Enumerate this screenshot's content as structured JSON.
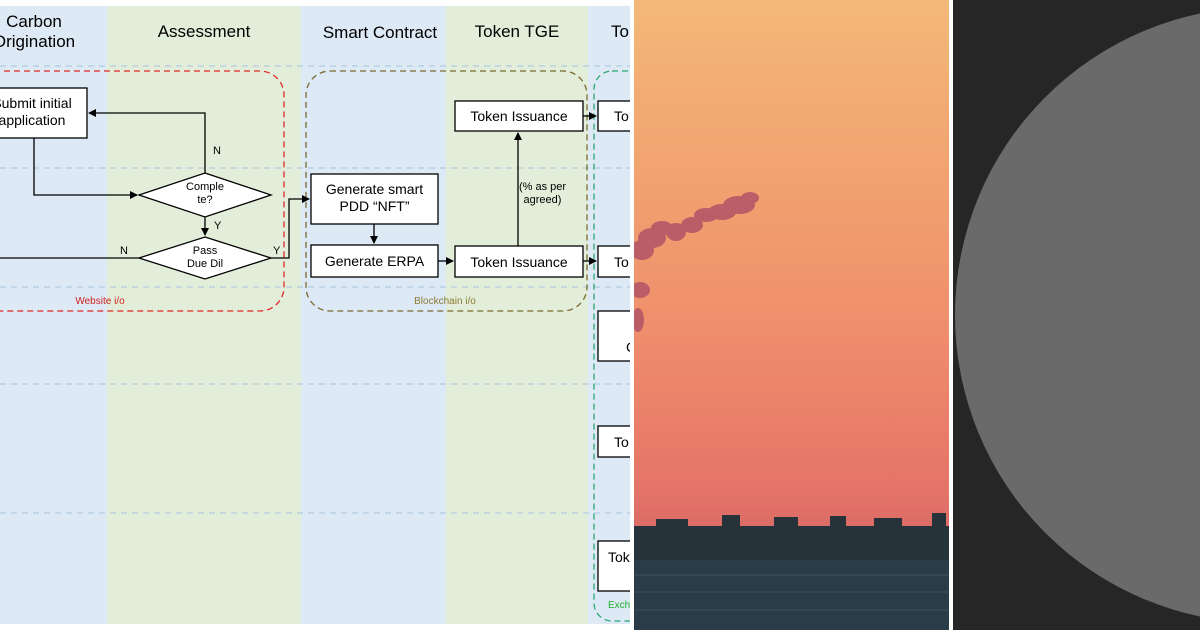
{
  "lanes": [
    {
      "key": "origination",
      "label": "Carbon\nOrigination"
    },
    {
      "key": "assessment",
      "label": "Assessment"
    },
    {
      "key": "smart_contract",
      "label": "Smart Contract"
    },
    {
      "key": "token_tge",
      "label": "Token TGE"
    },
    {
      "key": "trading",
      "label": "To"
    }
  ],
  "nodes": {
    "submit_application": "Submit initial\napplication",
    "complete_question": "Comple\nte?",
    "pass_due_diligence": "Pass\nDue Dil",
    "generate_pdd_nft": "Generate smart\nPDD “NFT”",
    "generate_erpa": "Generate ERPA",
    "token_issuance_top": "Token Issuance",
    "token_issuance_bottom": "Token Issuance",
    "agreed_note": "(% as per\nagreed)",
    "cut_box_1": "To",
    "cut_box_2": "To",
    "cut_box_3": "C",
    "cut_box_4": "To",
    "cut_box_5": "Tok"
  },
  "edge_labels": {
    "n_complete": "N",
    "y_complete": "Y",
    "n_pass": "N",
    "y_pass": "Y"
  },
  "groups": {
    "website": "Website i/o",
    "blockchain": "Blockchain i/o",
    "exchange": "Exch"
  },
  "colors": {
    "lane_blue": "#dde9f5",
    "lane_green": "#e2eed9",
    "website_border": "#e02828",
    "blockchain_border": "#7a6a30",
    "exchange_border": "#2aa870",
    "website_text": "#d02020",
    "blockchain_text": "#8a7a30",
    "exchange_text": "#20b030",
    "photo_sky_top": "#f3b979",
    "photo_sky_bottom": "#d96a66",
    "photo_water": "#2a3c48",
    "disc_background": "#262626",
    "disc_fill": "#6a6a6a"
  }
}
